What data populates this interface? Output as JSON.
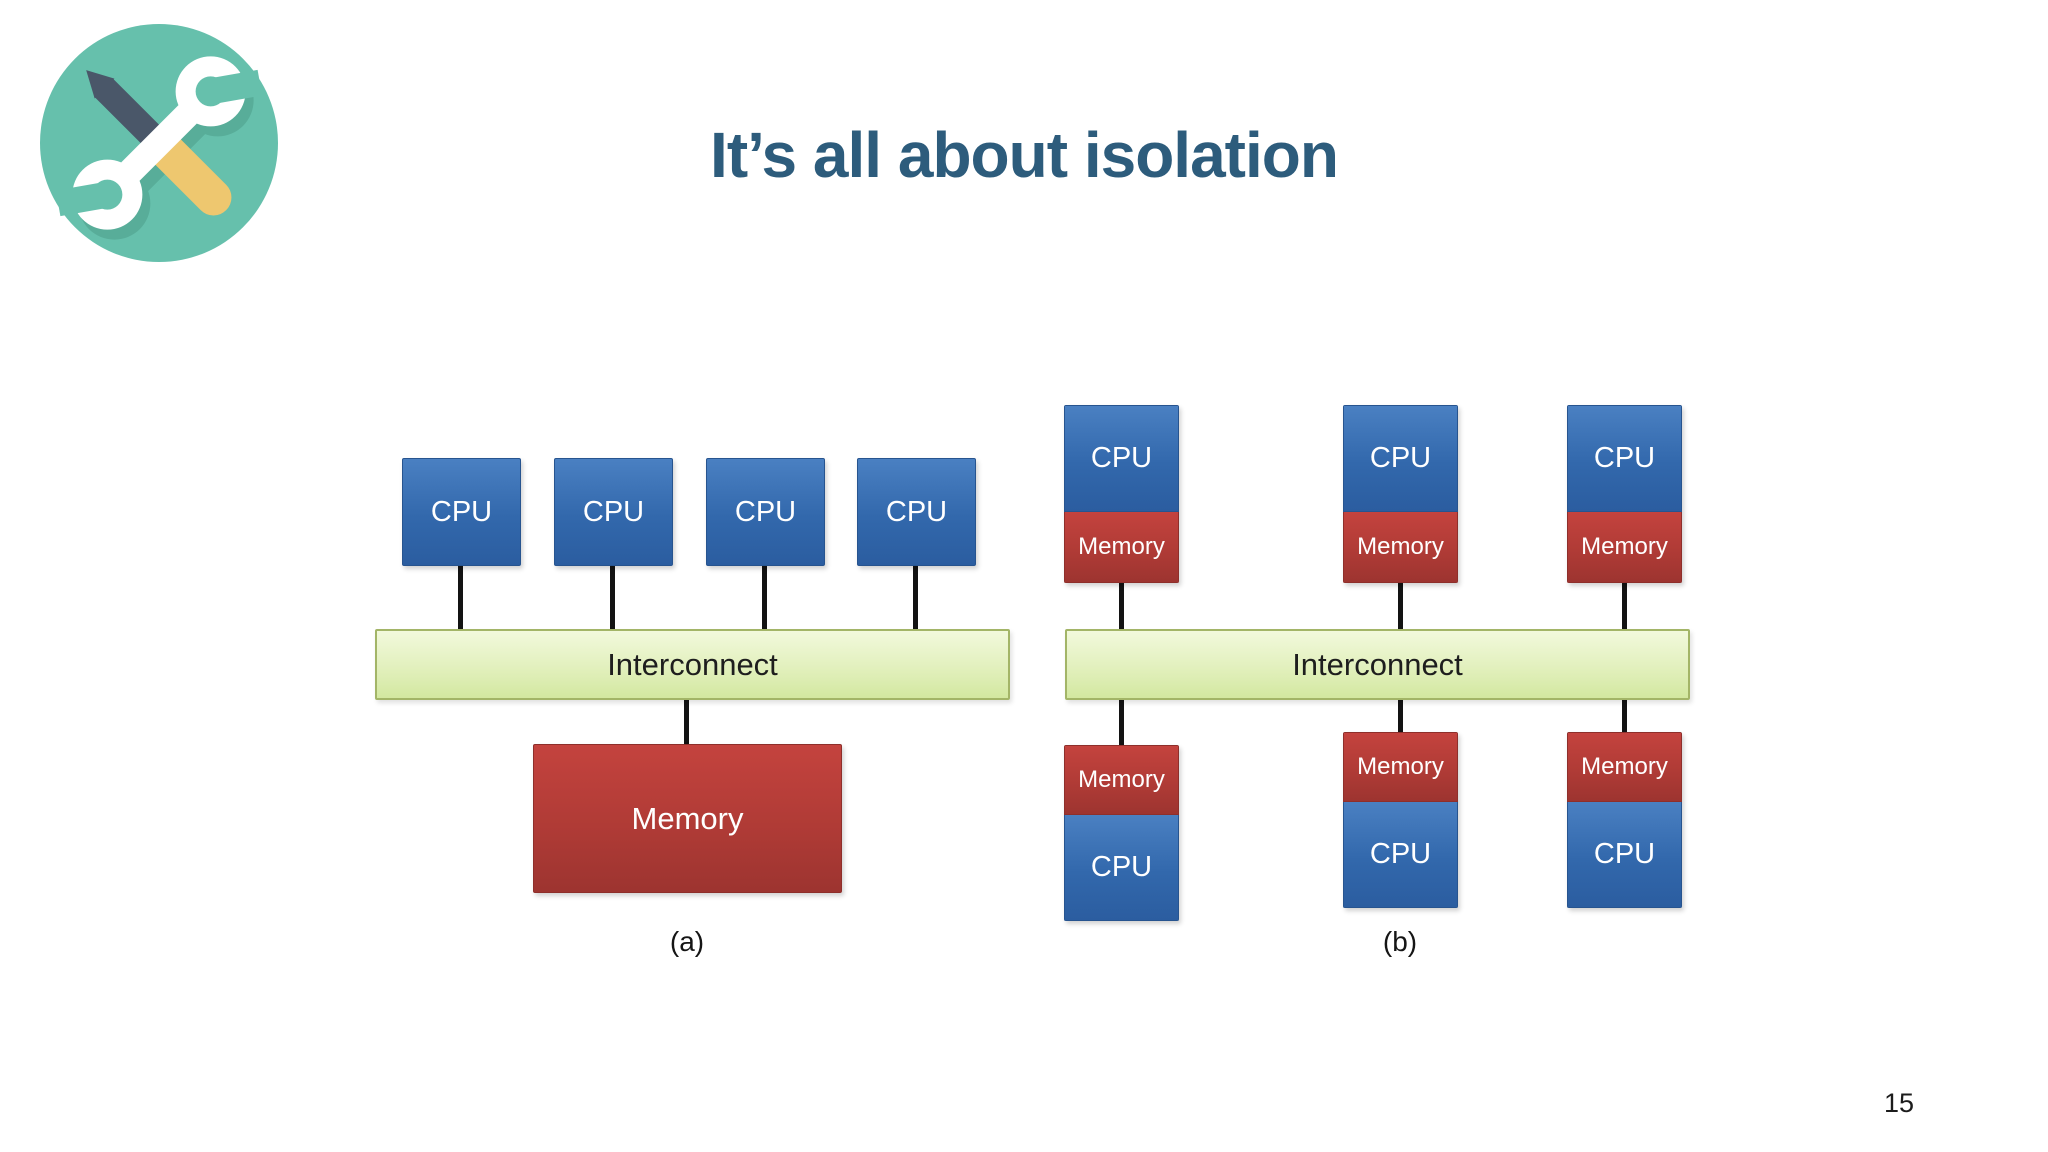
{
  "slide": {
    "title": "It’s all about isolation",
    "page_number": "15"
  },
  "logo": {
    "icon": "tools-icon",
    "description": "crossed wrench and screwdriver in teal circle"
  },
  "colors": {
    "title_text": "#2d5c7c",
    "cpu_blue_top": "#4a80c2",
    "cpu_blue_bottom": "#2b5da0",
    "memory_red_top": "#c4433e",
    "memory_red_bottom": "#9d3430",
    "interconnect_green_top": "#f2f9dc",
    "interconnect_green_bottom": "#d3e8a0",
    "interconnect_border": "#a3b567",
    "connector_black": "#131313",
    "logo_teal": "#66c0ac",
    "logo_screwdriver": "#4a5769",
    "logo_handle": "#eec76f"
  },
  "diagram_a": {
    "caption": "(a)",
    "cpus": [
      "CPU",
      "CPU",
      "CPU",
      "CPU"
    ],
    "interconnect_label": "Interconnect",
    "memory_label": "Memory"
  },
  "diagram_b": {
    "caption": "(b)",
    "interconnect_label": "Interconnect",
    "top_nodes": [
      {
        "top_label": "CPU",
        "bottom_label": "Memory"
      },
      {
        "top_label": "CPU",
        "bottom_label": "Memory"
      },
      {
        "top_label": "CPU",
        "bottom_label": "Memory"
      }
    ],
    "bottom_nodes": [
      {
        "top_label": "Memory",
        "bottom_label": "CPU"
      },
      {
        "top_label": "Memory",
        "bottom_label": "CPU"
      },
      {
        "top_label": "Memory",
        "bottom_label": "CPU"
      }
    ]
  }
}
